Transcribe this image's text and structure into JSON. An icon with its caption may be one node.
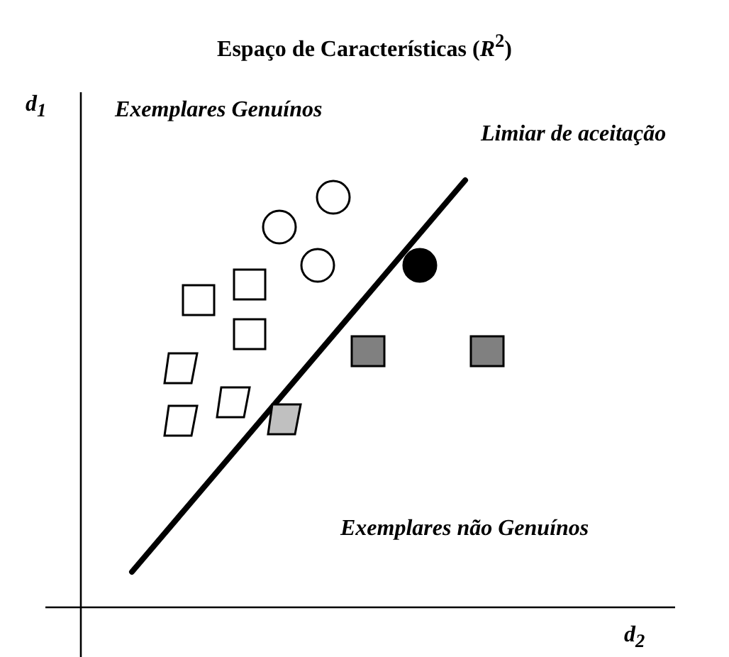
{
  "diagram": {
    "title": "Espaço de Características (*R*$^{2}$)",
    "labels": [
      "d$_{1}$",
      "Exemplares Genuínos",
      "Limiar de aceitação",
      "Exemplares não Genuínos",
      "d$_{2}$"
    ]
  }
}
